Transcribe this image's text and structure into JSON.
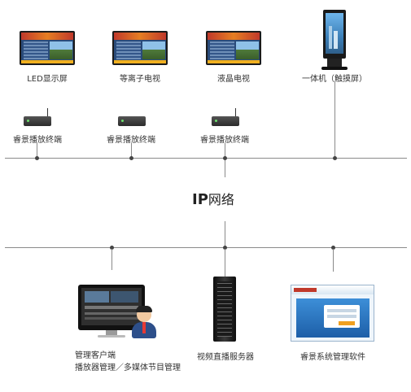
{
  "devices": {
    "led": "LED显示屏",
    "plasma": "等离子电视",
    "lcd": "液晶电视",
    "kiosk": "一体机（触摸屏）"
  },
  "players": {
    "p1": "睿景播放终端",
    "p2": "睿景播放终端",
    "p3": "睿景播放终端"
  },
  "network": {
    "prefix": "IP",
    "suffix": "网络"
  },
  "bottom": {
    "client_line1": "管理客户端",
    "client_line2": "播放器管理／多媒体节目管理",
    "server": "视频直播服务器",
    "software": "睿景系统管理软件"
  }
}
